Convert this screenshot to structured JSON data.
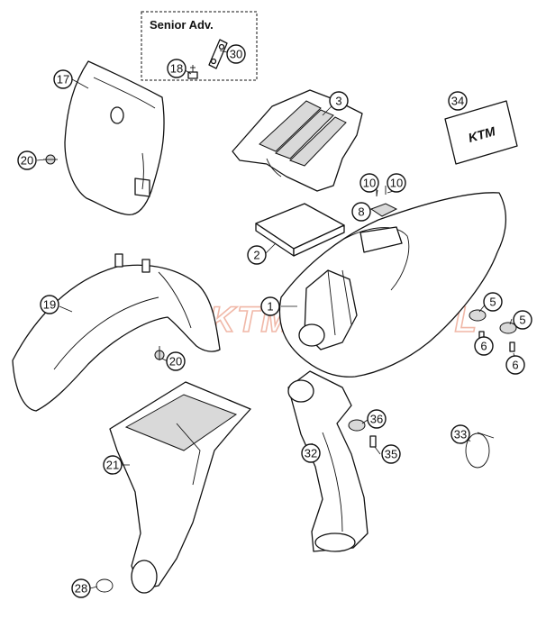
{
  "inset": {
    "title": "Senior Adv."
  },
  "watermark": {
    "text": "KTMSHLEP.PL",
    "color": "#f0b8a8"
  },
  "sticker": {
    "logo_text": "KTM"
  },
  "callouts": [
    {
      "id": "17",
      "label": "17"
    },
    {
      "id": "18",
      "label": "18"
    },
    {
      "id": "30",
      "label": "30"
    },
    {
      "id": "3",
      "label": "3"
    },
    {
      "id": "34",
      "label": "34"
    },
    {
      "id": "20a",
      "label": "20"
    },
    {
      "id": "10a",
      "label": "10"
    },
    {
      "id": "10b",
      "label": "10"
    },
    {
      "id": "8",
      "label": "8"
    },
    {
      "id": "2",
      "label": "2"
    },
    {
      "id": "19",
      "label": "19"
    },
    {
      "id": "1",
      "label": "1"
    },
    {
      "id": "5a",
      "label": "5"
    },
    {
      "id": "5b",
      "label": "5"
    },
    {
      "id": "6a",
      "label": "6"
    },
    {
      "id": "6b",
      "label": "6"
    },
    {
      "id": "20b",
      "label": "20"
    },
    {
      "id": "36",
      "label": "36"
    },
    {
      "id": "33",
      "label": "33"
    },
    {
      "id": "21",
      "label": "21"
    },
    {
      "id": "32",
      "label": "32"
    },
    {
      "id": "35",
      "label": "35"
    },
    {
      "id": "28",
      "label": "28"
    }
  ]
}
